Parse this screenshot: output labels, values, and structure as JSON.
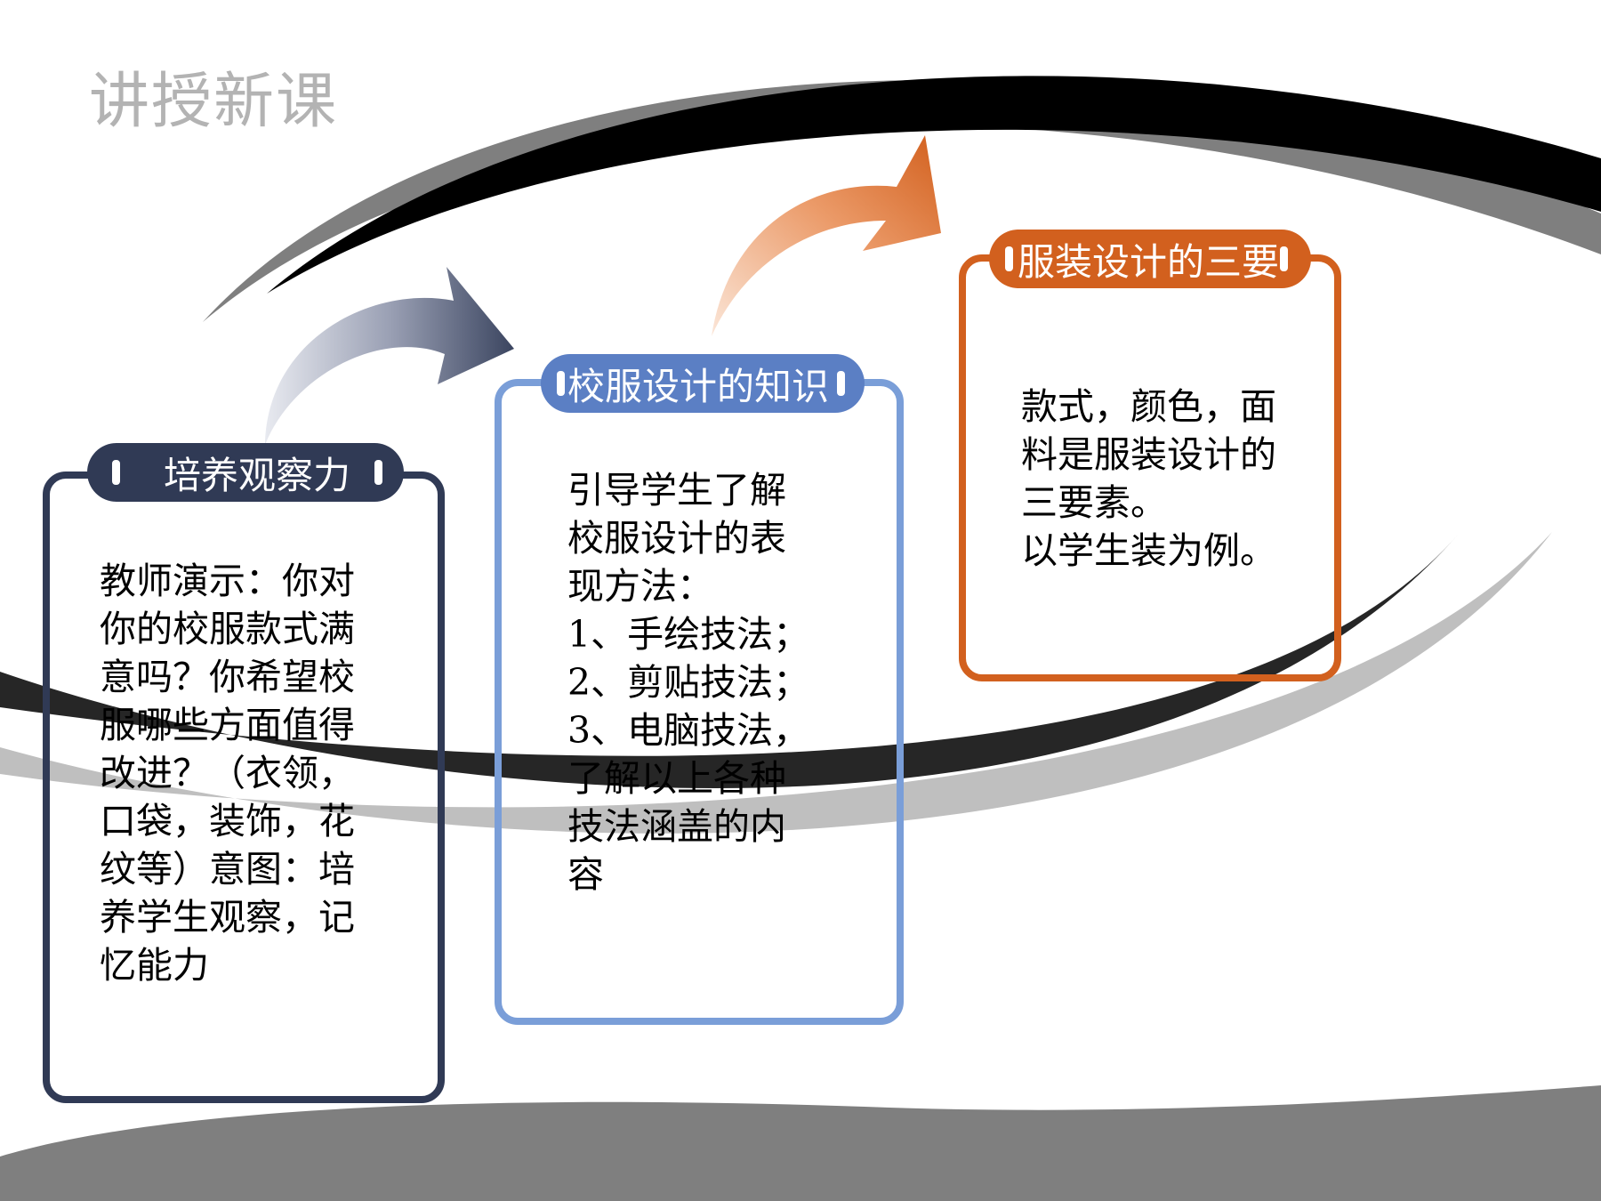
{
  "title": "讲授新课",
  "colors": {
    "card1": "#303a55",
    "card2": "#7a9ed8",
    "card3": "#d2601e",
    "swoosh_black": "#000000",
    "swoosh_gray": "#7f7f7f",
    "title_gray": "#b3b3b3"
  },
  "cards": [
    {
      "heading": "培养观察力",
      "lines": [
        "教师演示：你对",
        "你的校服款式满",
        "意吗？你希望校",
        "服哪些方面值得",
        "改进？（衣领，",
        "口袋，装饰，花",
        "纹等）意图：培",
        "养学生观察，记",
        "忆能力"
      ]
    },
    {
      "heading": "校服设计的知识",
      "lines": [
        "引导学生了解",
        "校服设计的表",
        "现方法：",
        "1、手绘技法；",
        "2、剪贴技法；",
        "3、电脑技法，",
        "了解以上各种",
        "技法涵盖的内",
        "容"
      ]
    },
    {
      "heading": "服装设计的三要",
      "lines": [
        "款式，颜色，面",
        "料是服装设计的",
        "三要素。",
        "以学生装为例。"
      ]
    }
  ]
}
